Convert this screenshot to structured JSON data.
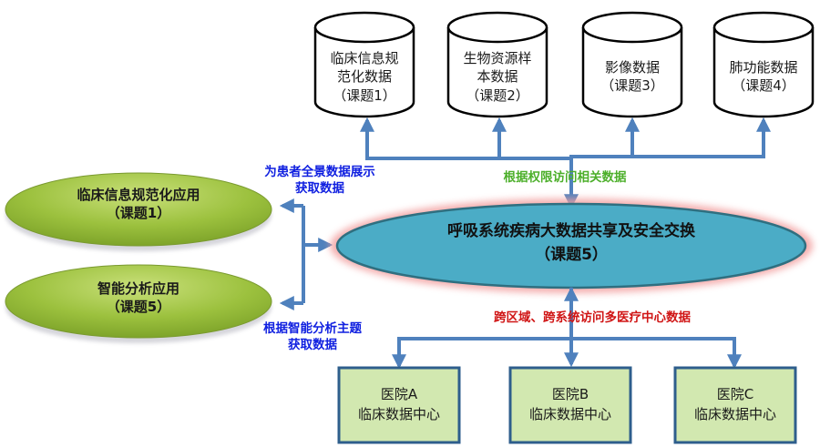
{
  "colors": {
    "connector": "#4f81bd",
    "app_ellipse": "#9bbb40",
    "center_ellipse": "#4bacc6",
    "center_glow": "#f2a0a0",
    "hospital_fill": "#d2e8b0",
    "hospital_border": "#2e5e8c",
    "note_blue": "#1020e0",
    "note_green": "#4caf2a",
    "note_red": "#d01515"
  },
  "databases": [
    {
      "line1": "临床信息规",
      "line2": "范化数据",
      "line3": "（课题1）"
    },
    {
      "line1": "生物资源样",
      "line2": "本数据",
      "line3": "（课题2）"
    },
    {
      "line1": "",
      "line2": "影像数据",
      "line3": "（课题3）"
    },
    {
      "line1": "",
      "line2": "肺功能数据",
      "line3": "（课题4）"
    }
  ],
  "applications": [
    {
      "name": "临床信息规范化应用",
      "project": "（课题1）"
    },
    {
      "name": "智能分析应用",
      "project": "（课题5）"
    }
  ],
  "center": {
    "name": "呼吸系统疾病大数据共享及安全交换",
    "project": "（课题5）"
  },
  "hospitals": [
    {
      "name": "医院A",
      "sub": "临床数据中心"
    },
    {
      "name": "医院B",
      "sub": "临床数据中心"
    },
    {
      "name": "医院C",
      "sub": "临床数据中心"
    }
  ],
  "notes": {
    "app1_line1": "为患者全景数据展示",
    "app1_line2": "获取数据",
    "app2_line1": "根据智能分析主题",
    "app2_line2": "获取数据",
    "top": "根据权限访问相关数据",
    "bottom": "跨区域、跨系统访问多医疗中心数据"
  }
}
